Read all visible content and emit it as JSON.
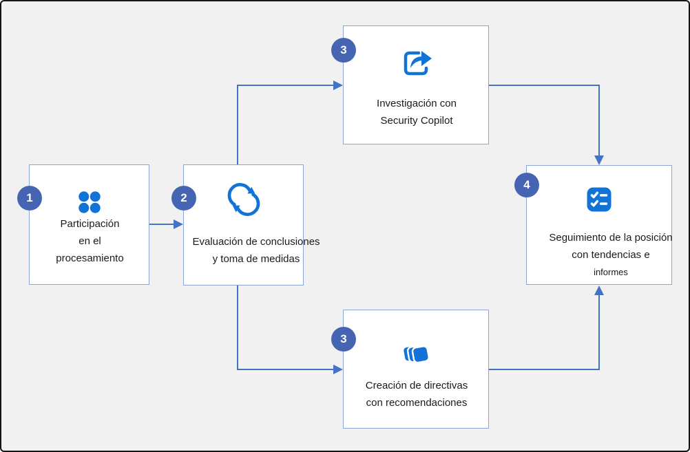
{
  "diagram": {
    "type": "process-flow",
    "language": "es",
    "nodes": [
      {
        "badge": "1",
        "icon": "dots-grid-icon",
        "label": "Participación en el procesamiento",
        "lines": [
          "Participación",
          "en el",
          "procesamiento"
        ]
      },
      {
        "badge": "2",
        "icon": "sync-arrows-icon",
        "label": "Evaluación de conclusiones y toma de medidas",
        "lines": [
          "Evaluación de conclusiones",
          "y toma de medidas"
        ]
      },
      {
        "badge": "3",
        "icon": "share-arrow-icon",
        "label": "Investigación con Security Copilot",
        "lines": [
          "Investigación con",
          "Security Copilot"
        ]
      },
      {
        "badge": "3",
        "icon": "stacked-layers-icon",
        "label": "Creación de directivas con recomendaciones",
        "lines": [
          "Creación de directivas",
          "con recomendaciones"
        ]
      },
      {
        "badge": "4",
        "icon": "checklist-icon",
        "label": "Seguimiento de la posición con tendencias e informes",
        "lines": [
          "Seguimiento de la posición",
          "con tendencias e",
          "informes"
        ]
      }
    ],
    "colors": {
      "background": "#f1f1f2",
      "outer_border": "#141414",
      "box_border": "#8aa4d8",
      "connector": "#4472c4",
      "badge": "#4565b2",
      "icon_blue": "#1273d6",
      "text": "#1a1a1a"
    }
  }
}
